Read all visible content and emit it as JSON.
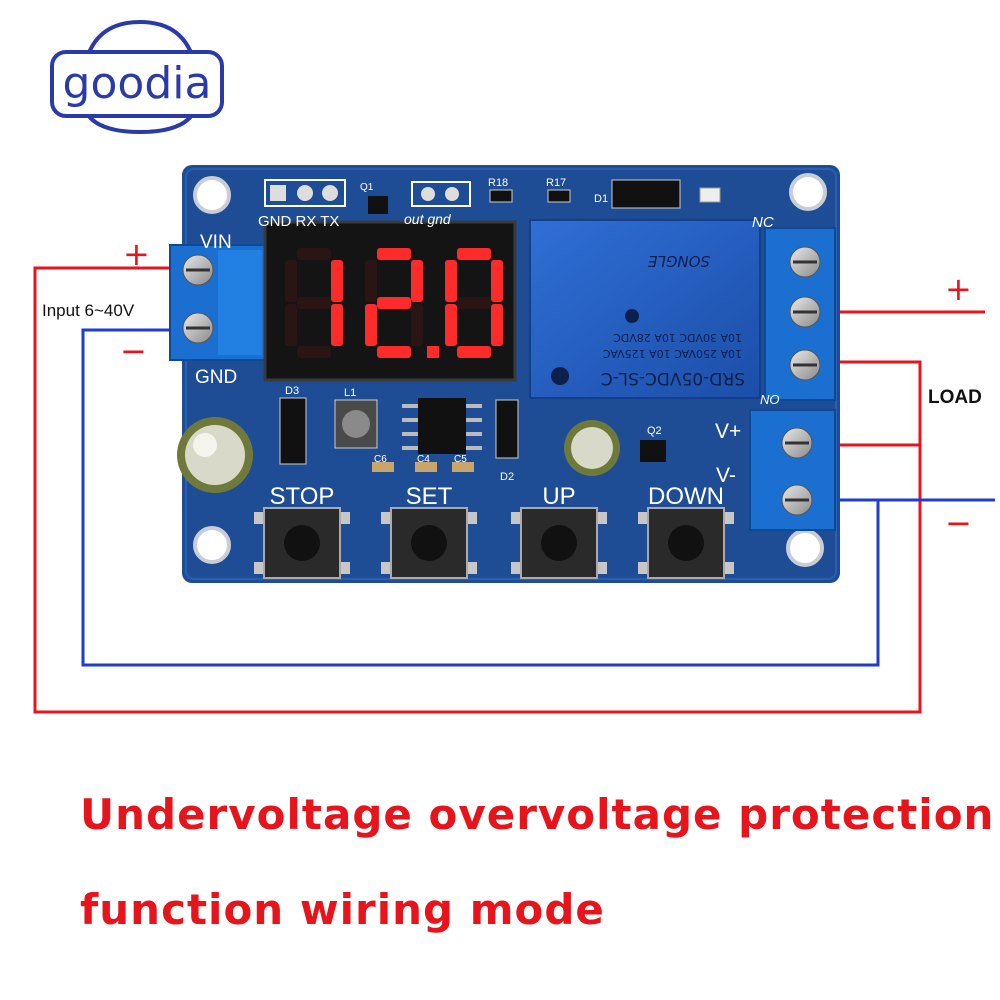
{
  "brand": {
    "logo_text": "goodia"
  },
  "board": {
    "display_value": "12.0",
    "silkscreen": {
      "vin": "VIN",
      "gnd": "GND",
      "uart": "GND RX TX",
      "q1": "Q1",
      "out_gnd": "out gnd",
      "r18": "R18",
      "r17": "R17",
      "d1": "D1",
      "nc": "NC",
      "no": "NO",
      "d3": "D3",
      "l1": "L1",
      "d2": "D2",
      "q2": "Q2",
      "c6": "C6",
      "c4": "C4",
      "c5": "C5"
    },
    "relay_text": [
      "SRD-05VDC-SL-C",
      "10A 250VAC  10A 125VAC",
      "10A 30VDC  10A 28VDC",
      "SONGLE"
    ],
    "buttons": [
      {
        "label": "STOP"
      },
      {
        "label": "SET"
      },
      {
        "label": "UP"
      },
      {
        "label": "DOWN"
      }
    ],
    "terminals": {
      "v_plus": "V+",
      "v_minus": "V-"
    }
  },
  "wiring": {
    "input_plus": "+",
    "input_minus": "−",
    "input_label": "Input 6~40V",
    "load_plus": "+",
    "load_minus": "−",
    "load_label": "LOAD",
    "colors": {
      "positive": "#e8141b",
      "negative": "#1f3bd1",
      "pcb": "#1e4d96"
    }
  },
  "caption": {
    "line1": "Undervoltage overvoltage protection",
    "line2": "function wiring mode"
  }
}
